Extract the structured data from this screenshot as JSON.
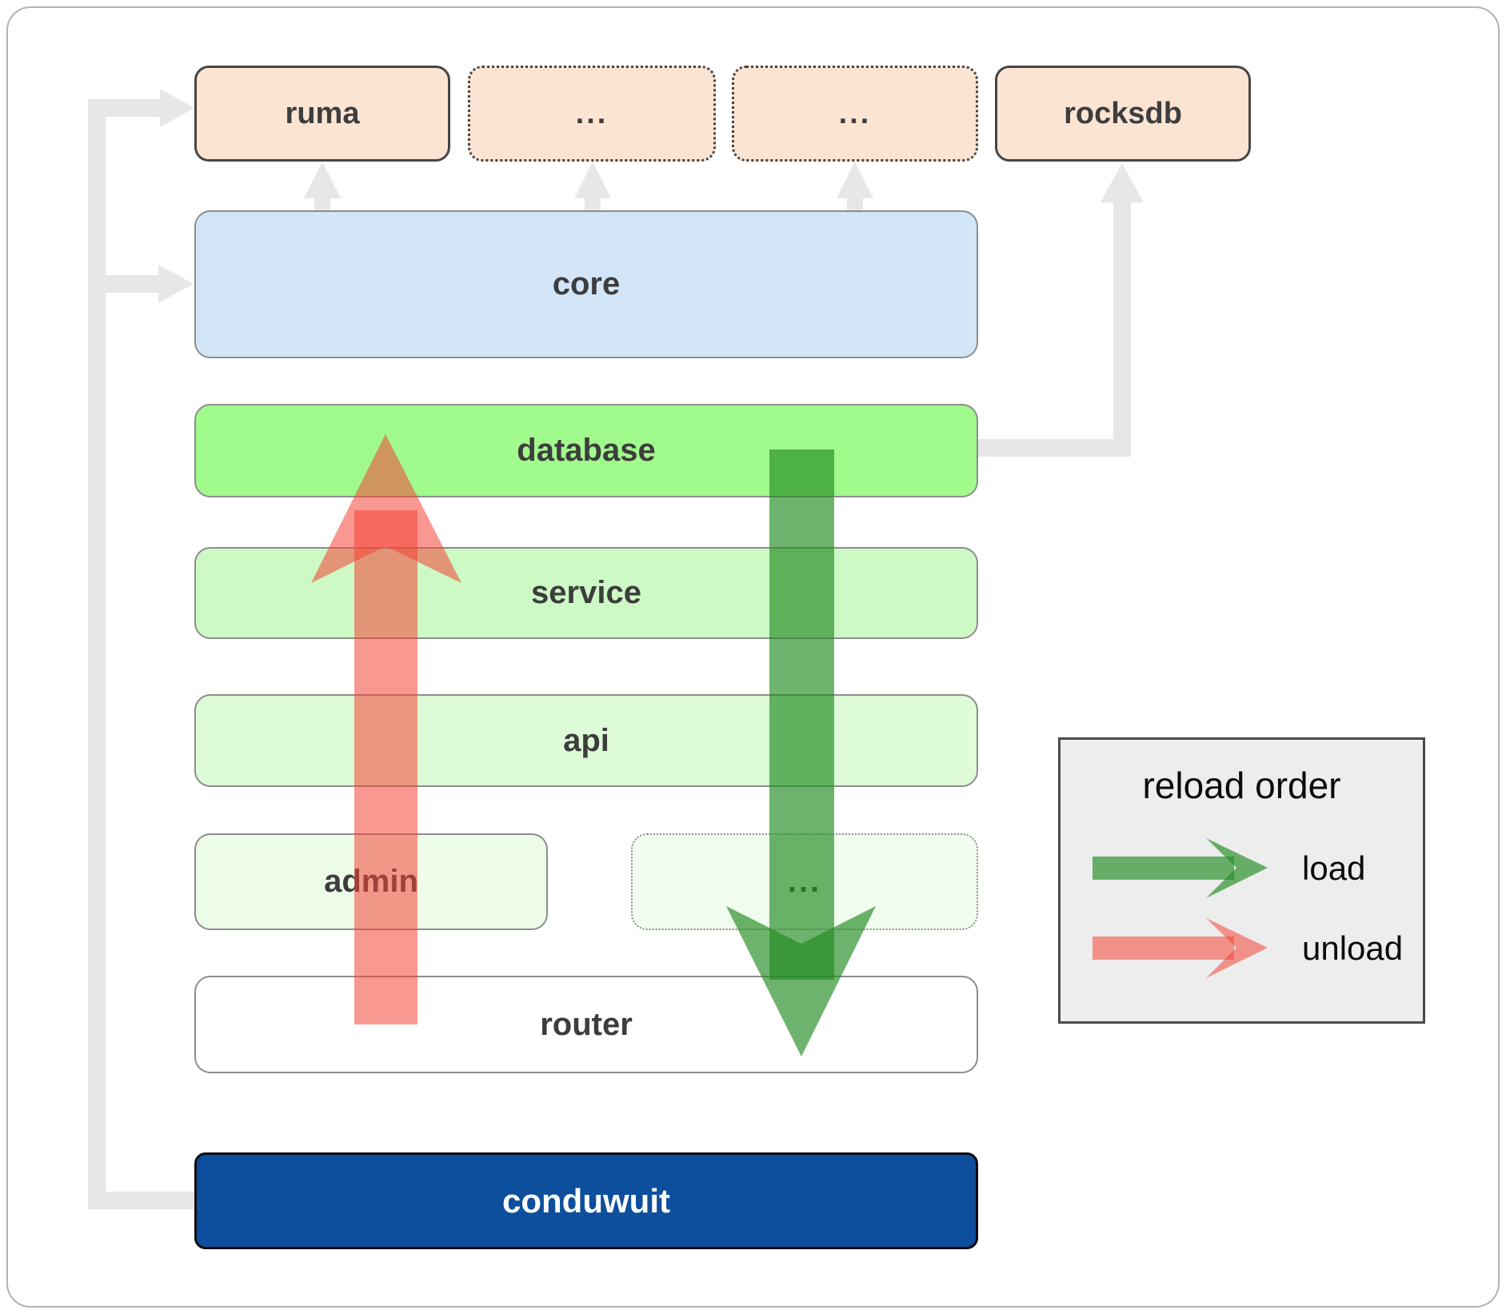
{
  "diagram": {
    "top_row": [
      {
        "id": "ruma",
        "label": "ruma",
        "border": "solid"
      },
      {
        "id": "ellipsis-1",
        "label": "...",
        "border": "dotted"
      },
      {
        "id": "ellipsis-2",
        "label": "...",
        "border": "dotted"
      },
      {
        "id": "rocksdb",
        "label": "rocksdb",
        "border": "solid"
      }
    ],
    "layers": [
      {
        "id": "core",
        "label": "core"
      },
      {
        "id": "database",
        "label": "database"
      },
      {
        "id": "service",
        "label": "service"
      },
      {
        "id": "api",
        "label": "api"
      }
    ],
    "admin_row": [
      {
        "id": "admin",
        "label": "admin",
        "border": "solid"
      },
      {
        "id": "ellipsis-3",
        "label": "...",
        "border": "dotted"
      }
    ],
    "router": {
      "label": "router"
    },
    "conduwuit": {
      "label": "conduwuit"
    }
  },
  "legend": {
    "title": "reload order",
    "items": [
      {
        "id": "load",
        "label": "load",
        "color": "#228b22"
      },
      {
        "id": "unload",
        "label": "unload",
        "color": "#f44336"
      }
    ]
  },
  "colors": {
    "peach": "#fce4d3",
    "top-border": "#454545",
    "row-border": "#8d8d8d",
    "core-blue": "#d2e6f8",
    "db-green": "#a0fa8c",
    "service-green": "#ccf9c4",
    "api-green": "#ddfbd6",
    "admin-green": "#ecfce8",
    "admin-dots-green": "#f1fdee",
    "router-white": "#ffffff",
    "conduwuit-blue": "#0d4f9c",
    "conduwuit-text": "#ffffff",
    "label-text": "#3d3d3d",
    "connector-gray": "#e7e7e7",
    "legend-bg": "#ededed",
    "legend-border": "#4a4a4a",
    "frame-border": "#b3b3b3",
    "load-green": "rgba(34,139,34,0.66)",
    "unload-red": "rgba(244,67,54,0.55)"
  }
}
